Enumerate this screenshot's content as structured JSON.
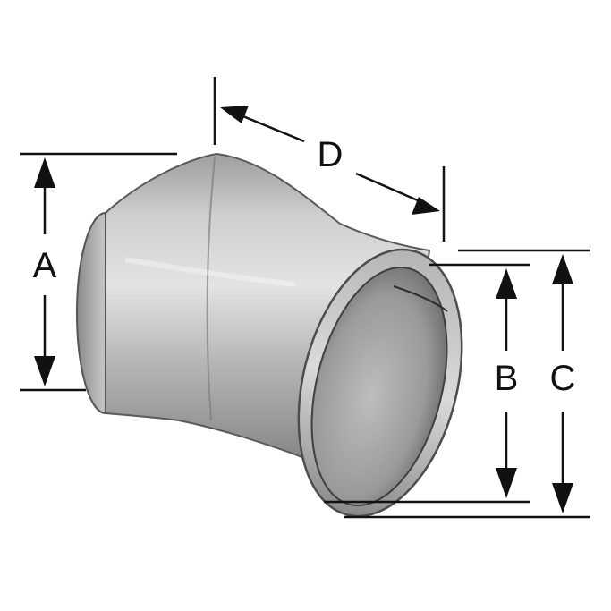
{
  "diagram": {
    "labels": {
      "a": "A",
      "b": "B",
      "c": "C",
      "d": "D"
    },
    "colors": {
      "line": "#111111",
      "metal_light": "#d6d6d6",
      "metal_mid": "#a9a9a9",
      "metal_dark": "#6e6e6e",
      "background": "#ffffff"
    }
  }
}
